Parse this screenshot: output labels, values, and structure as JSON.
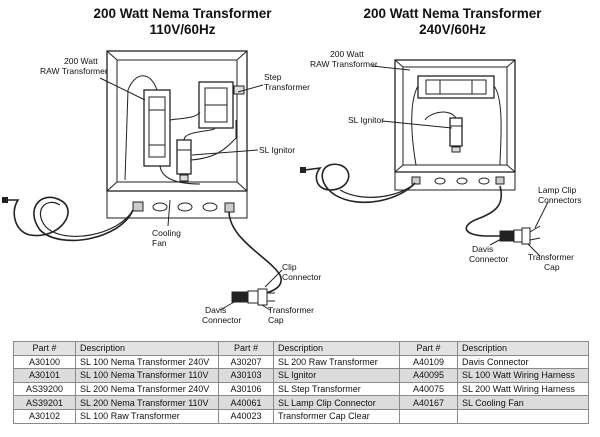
{
  "titles": {
    "left_line1": "200 Watt Nema Transformer",
    "left_line2": "110V/60Hz",
    "right_line1": "200 Watt Nema Transformer",
    "right_line2": "240V/60Hz"
  },
  "left_labels": {
    "raw_transformer_1": "200 Watt",
    "raw_transformer_2": "RAW Transformer",
    "step_transformer_1": "Step",
    "step_transformer_2": "Transformer",
    "sl_ignitor": "SL Ignitor",
    "cooling_fan_1": "Cooling",
    "cooling_fan_2": "Fan",
    "clip_connector_1": "Clip",
    "clip_connector_2": "Connector",
    "davis_connector_1": "Davis",
    "davis_connector_2": "Connector",
    "transformer_cap_1": "Transformer",
    "transformer_cap_2": "Cap"
  },
  "right_labels": {
    "raw_transformer_1": "200 Watt",
    "raw_transformer_2": "RAW Transformer",
    "sl_ignitor": "SL Ignitor",
    "lamp_clip_1": "Lamp Clip",
    "lamp_clip_2": "Connectors",
    "davis_connector_1": "Davis",
    "davis_connector_2": "Connector",
    "transformer_cap_1": "Transformer",
    "transformer_cap_2": "Cap"
  },
  "parts_table": {
    "headers": [
      "Part #",
      "Description",
      "Part #",
      "Description",
      "Part #",
      "Description"
    ],
    "rows": [
      [
        "A30100",
        "SL 100 Nema Transformer 240V",
        "A30207",
        "SL 200 Raw Transformer",
        "A40109",
        "Davis Connector"
      ],
      [
        "A30101",
        "SL 100 Nema Transformer 110V",
        "A30103",
        "SL Ignitor",
        "A40095",
        "SL 100 Watt Wiring Harness"
      ],
      [
        "AS39200",
        "SL 200 Nema Transformer 240V",
        "A30106",
        "SL Step Transformer",
        "A40075",
        "SL 200 Watt Wiring Harness"
      ],
      [
        "AS39201",
        "SL 200 Nema Transformer 110V",
        "A40061",
        "SL Lamp Clip Connector",
        "A40167",
        "SL Cooling Fan"
      ],
      [
        "A30102",
        "SL 100 Raw Transformer",
        "A40023",
        "Transformer Cap Clear",
        "",
        ""
      ]
    ]
  }
}
